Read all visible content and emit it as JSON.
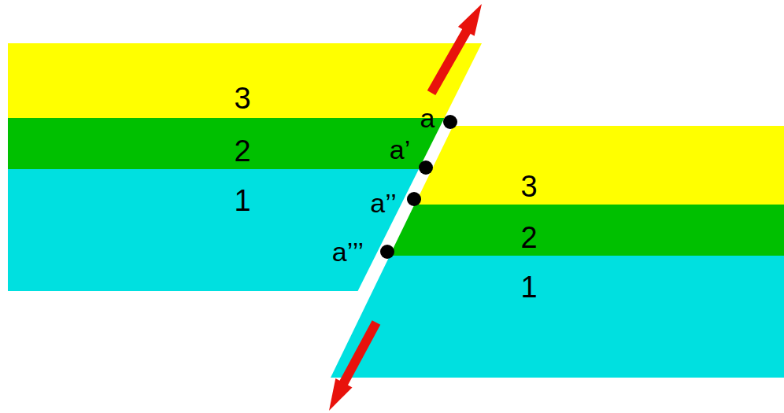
{
  "diagram": {
    "nodes": [
      {
        "text": [
          "3"
        ]
      },
      {
        "text": [
          "2"
        ]
      },
      {
        "text": [
          "1"
        ]
      },
      {
        "text": [
          "3"
        ]
      },
      {
        "text": [
          "2"
        ]
      },
      {
        "text": [
          "1"
        ]
      }
    ],
    "labels": [
      "a",
      "a’",
      "a’’",
      "a’’’"
    ]
  }
}
